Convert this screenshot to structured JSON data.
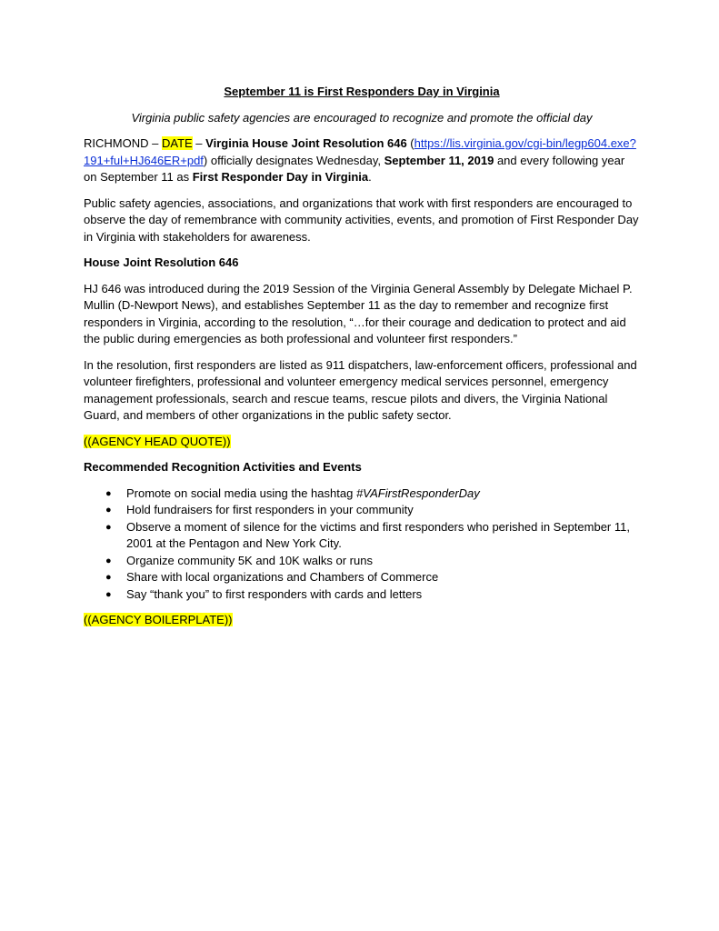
{
  "title": "September 11 is First Responders Day in Virginia",
  "subtitle": "Virginia public safety agencies are encouraged to recognize and promote the official day",
  "lede": {
    "dateline": "RICHMOND",
    "dash1": " – ",
    "date_placeholder": "DATE",
    "dash2": " – ",
    "resolution_name": "Virginia House Joint Resolution 646",
    "paren_open": " (",
    "url": "https://lis.virginia.gov/cgi-bin/legp604.exe?191+ful+HJ646ER+pdf",
    "text1": ") officially designates Wednesday, ",
    "date_bold": "September 11, 2019",
    "text2": " and every following year on September 11 as ",
    "day_name": "First Responder Day in Virginia",
    "period": "."
  },
  "paragraph2": "Public safety agencies, associations, and organizations that work with first responders are encouraged to observe the day of remembrance with community activities, events, and promotion of First Responder Day in Virginia with stakeholders for awareness.",
  "section1_heading": "House Joint Resolution 646",
  "paragraph3": "HJ 646 was introduced during the 2019 Session of the Virginia General Assembly by Delegate Michael P. Mullin (D-Newport News), and establishes September 11 as the day to remember and recognize first responders in Virginia, according to the resolution, “…for their courage and dedication to protect and aid the public during emergencies as both professional and volunteer first responders.”",
  "paragraph4": "In the resolution, first responders are listed as 911 dispatchers, law-enforcement officers, professional and volunteer firefighters, professional and volunteer emergency medical services personnel, emergency management professionals, search and rescue teams, rescue pilots and divers, the Virginia National Guard, and members of other organizations in the public safety sector.",
  "agency_head_quote": "((AGENCY HEAD QUOTE))",
  "section2_heading": "Recommended Recognition Activities and Events",
  "activities": {
    "item0_prefix": "Promote on social media using the hashtag ",
    "item0_hashtag": "#VAFirstResponderDay",
    "item1": "Hold fundraisers for first responders in your community",
    "item2": "Observe a moment of silence for the victims and first responders who perished in September 11, 2001 at the Pentagon and New York City.",
    "item3": "Organize community 5K and 10K walks or runs",
    "item4": "Share with local organizations and Chambers of Commerce",
    "item5": "Say “thank you” to first responders with cards and letters"
  },
  "bullet_glyph": "●",
  "agency_boilerplate": "((AGENCY BOILERPLATE))",
  "colors": {
    "highlight": "#ffff00",
    "link": "#0b2fd6"
  }
}
